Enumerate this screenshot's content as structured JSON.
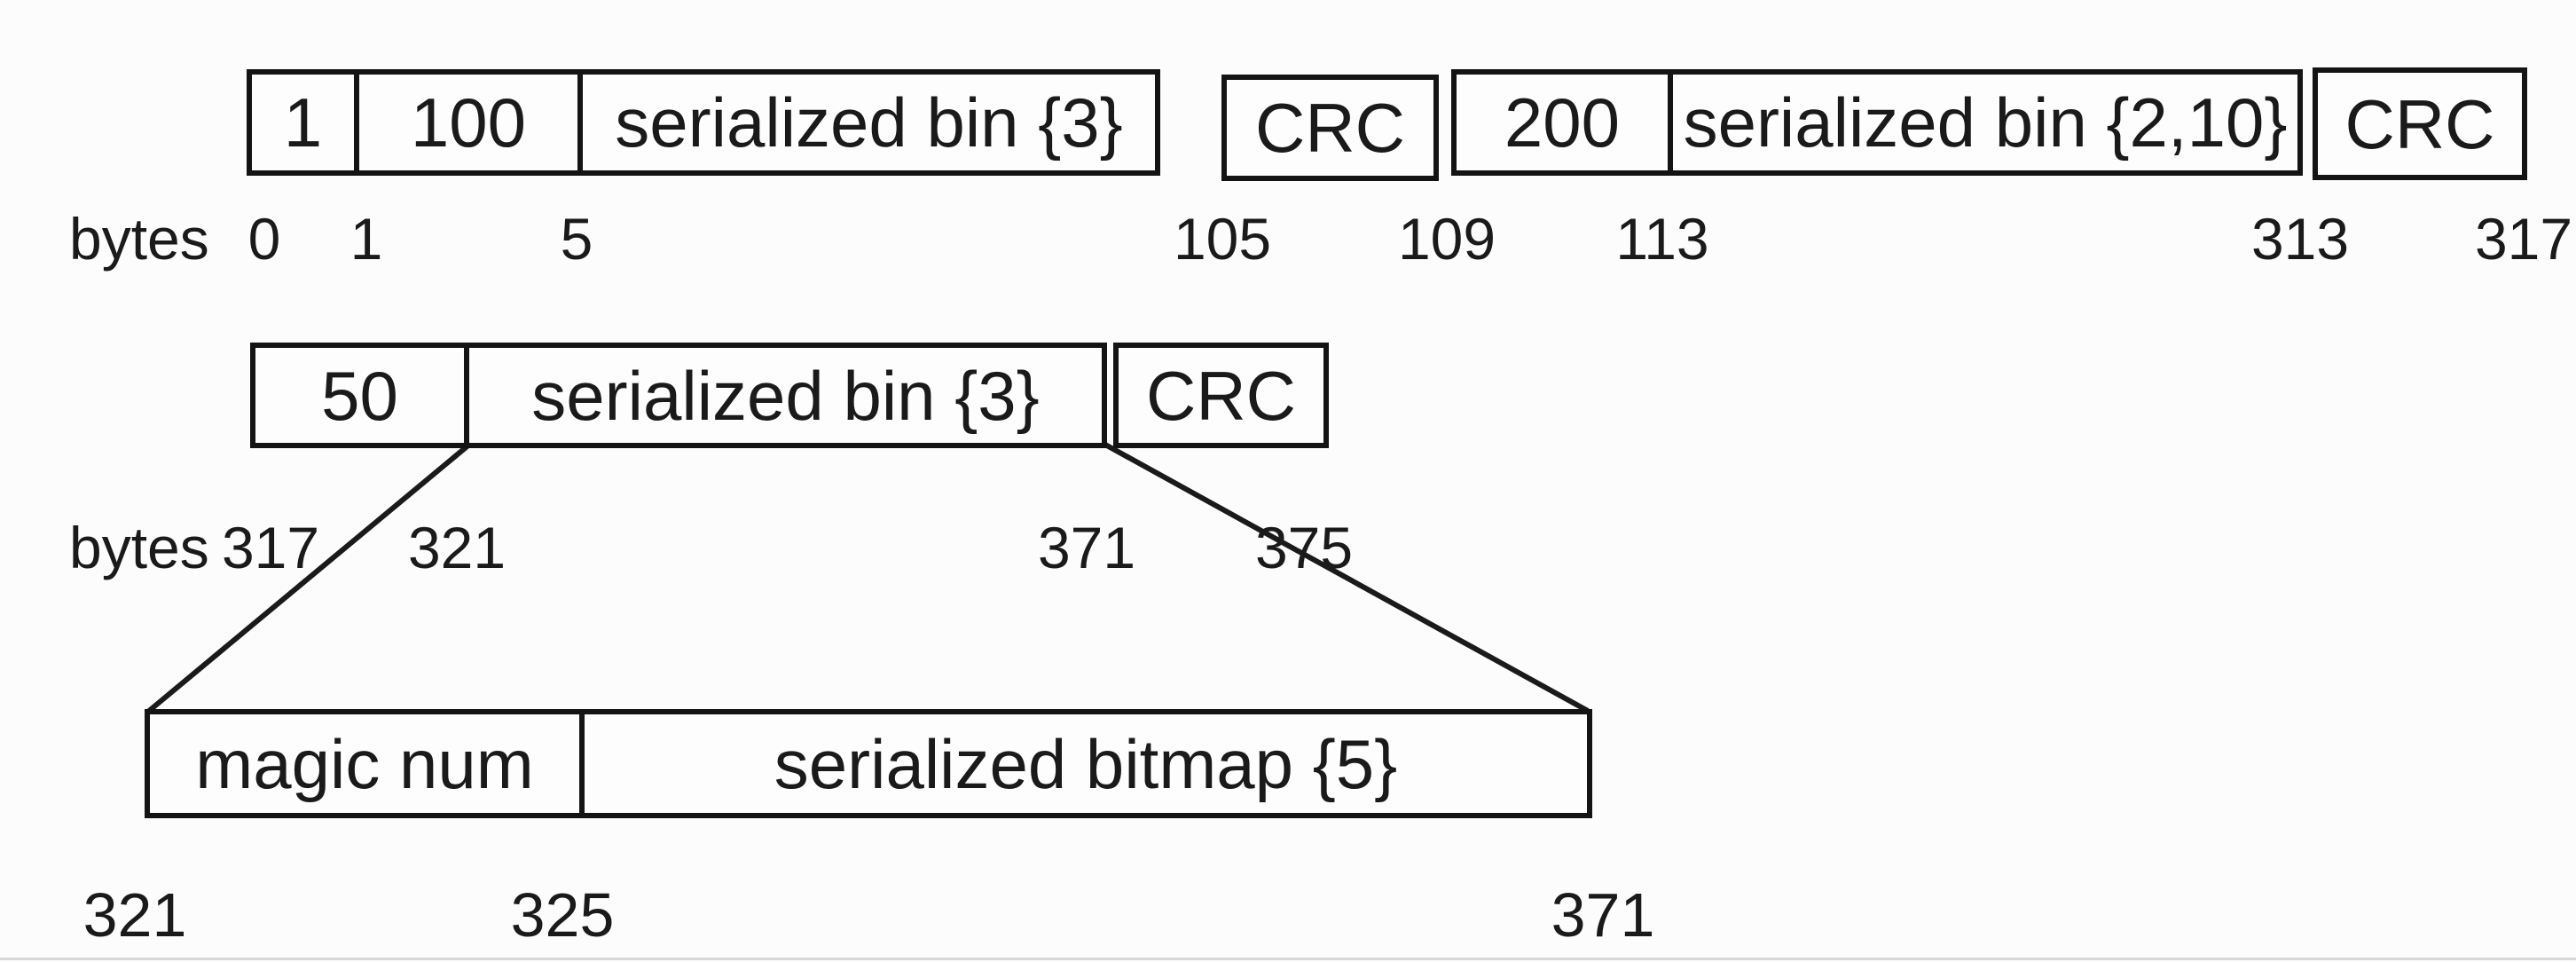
{
  "canvas": {
    "width": "2904",
    "height": "1084"
  },
  "colors": {
    "ink": "#1a1a1a",
    "border": "#141414",
    "background": "#fcfcfc",
    "box_fill": "#fdfdfd",
    "bottom_edge": "#d8d8d8"
  },
  "rows": [
    {
      "name": "stream-layout-row",
      "axis_label": "bytes",
      "cells": [
        {
          "label": "1"
        },
        {
          "label": "100"
        },
        {
          "label": "serialized bin {3}"
        },
        {
          "label": "CRC"
        },
        {
          "label": "200"
        },
        {
          "label": "serialized bin {2,10}"
        },
        {
          "label": "CRC"
        }
      ],
      "ticks": [
        "0",
        "1",
        "5",
        "105",
        "109",
        "113",
        "313",
        "317"
      ]
    },
    {
      "name": "appended-frame-row",
      "axis_label": "bytes",
      "cells": [
        {
          "label": "50"
        },
        {
          "label": "serialized bin {3}"
        },
        {
          "label": "CRC"
        }
      ],
      "ticks": [
        "317",
        "321",
        "371",
        "375"
      ]
    },
    {
      "name": "bin-detail-row",
      "cells": [
        {
          "label": "magic num"
        },
        {
          "label": "serialized bitmap {5}"
        }
      ],
      "ticks": [
        "321",
        "325",
        "371"
      ]
    }
  ]
}
